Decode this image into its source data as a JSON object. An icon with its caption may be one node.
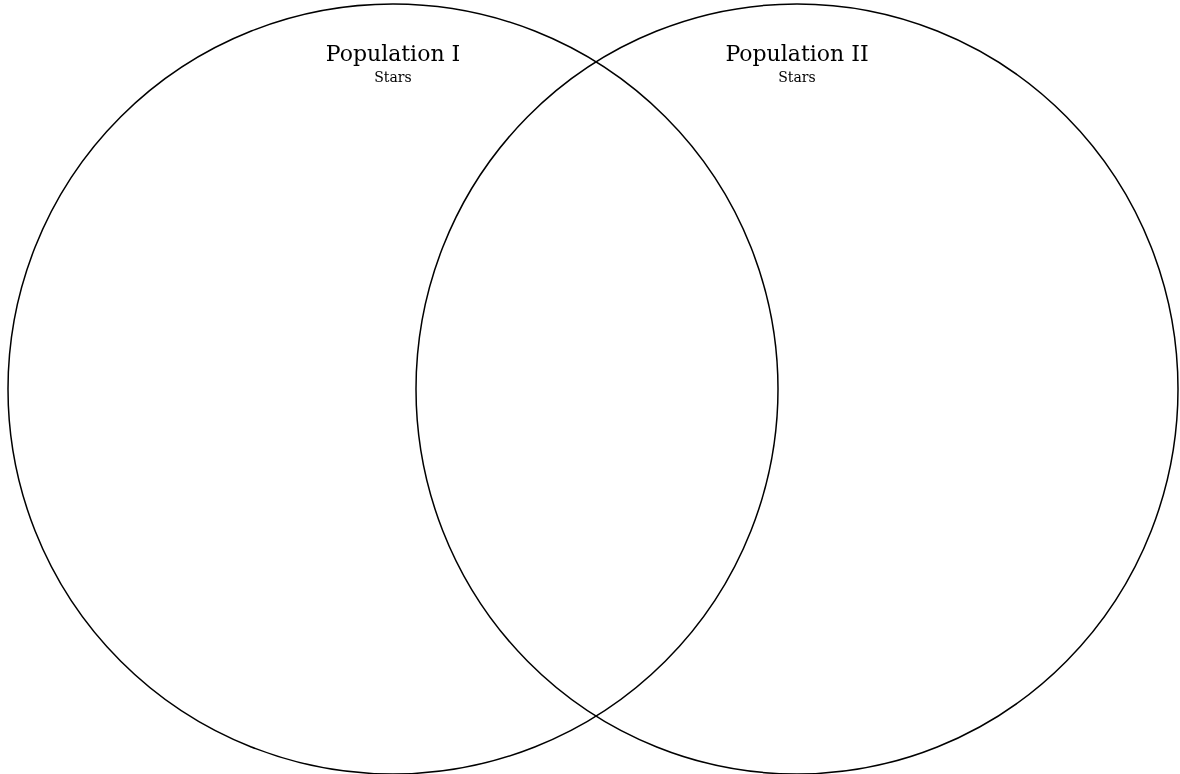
{
  "diagram": {
    "nodes": [
      {
        "text": [
          "Population I",
          "Stars"
        ]
      },
      {
        "text": [
          "Population II",
          "Stars"
        ]
      }
    ],
    "edges": []
  }
}
